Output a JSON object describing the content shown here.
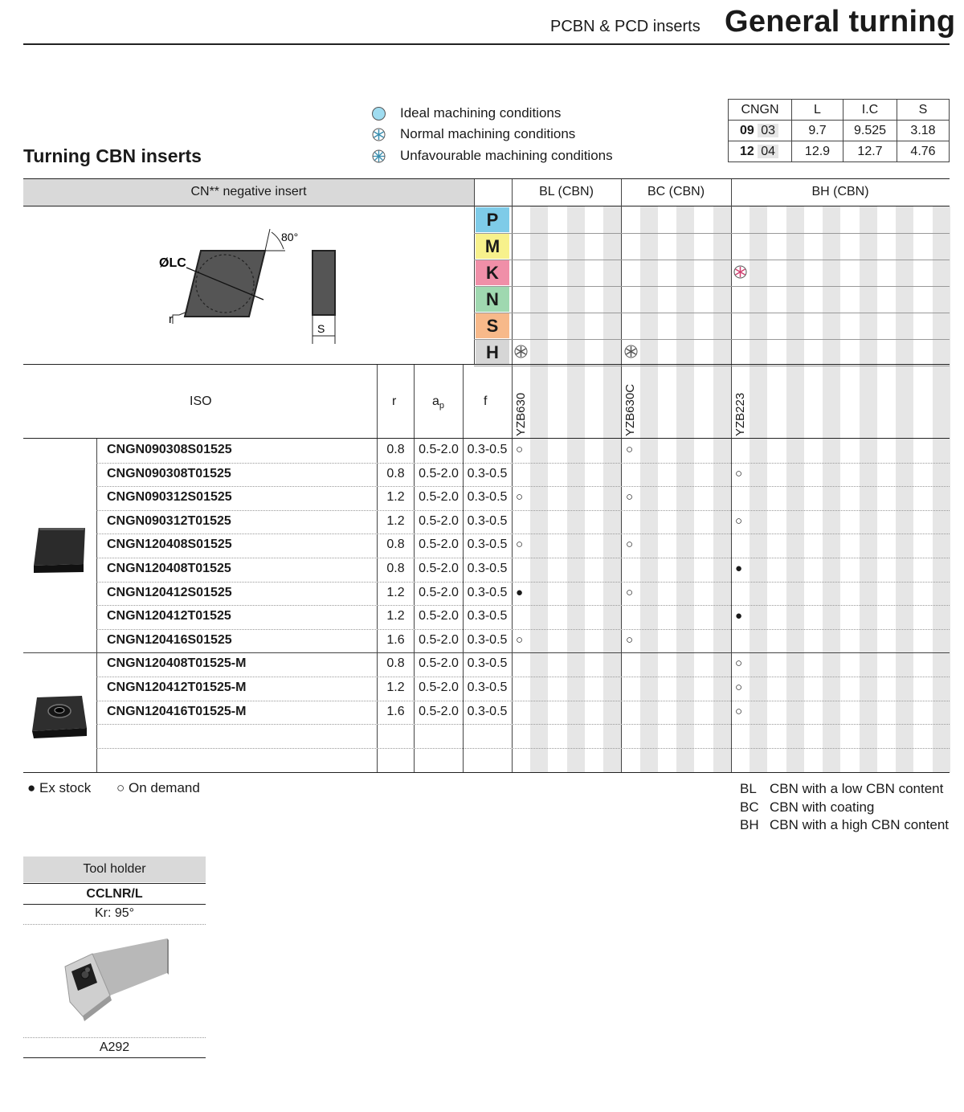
{
  "header": {
    "subtitle": "PCBN & PCD inserts",
    "title": "General turning"
  },
  "section_title": "Turning CBN inserts",
  "legend": [
    {
      "label": "Ideal machining conditions",
      "icon": "ideal-icon",
      "color": "#9fdcf0"
    },
    {
      "label": "Normal machining conditions",
      "icon": "normal-icon",
      "color": "#9fdcf0"
    },
    {
      "label": "Unfavourable machining conditions",
      "icon": "unfavourable-icon",
      "color": "#9fdcf0"
    }
  ],
  "dim_table": {
    "headers": [
      "CNGN",
      "L",
      "I.C",
      "S"
    ],
    "rows": [
      {
        "code_bold": "09",
        "code": "03",
        "L": "9.7",
        "IC": "9.525",
        "S": "3.18"
      },
      {
        "code_bold": "12",
        "code": "04",
        "L": "12.9",
        "IC": "12.7",
        "S": "4.76"
      }
    ]
  },
  "insert_type": "CN** negative insert",
  "diagram": {
    "angle": "80°",
    "lc": "ØLC",
    "r": "r",
    "s": "S"
  },
  "groups": [
    "BL (CBN)",
    "BC (CBN)",
    "BH (CBN)"
  ],
  "materials": [
    {
      "letter": "P",
      "color": "#7ecbe8"
    },
    {
      "letter": "M",
      "color": "#f7f18c"
    },
    {
      "letter": "K",
      "color": "#f08fa8"
    },
    {
      "letter": "N",
      "color": "#9fd8b0"
    },
    {
      "letter": "S",
      "color": "#f7b98a"
    },
    {
      "letter": "H",
      "color": "#d6d6d6"
    }
  ],
  "columns": {
    "iso": "ISO",
    "r": "r",
    "ap": "a",
    "ap_sub": "p",
    "f": "f"
  },
  "grades": [
    "YZB630",
    "YZB630C",
    "YZB223"
  ],
  "rows": [
    {
      "iso": "CNGN090308S01525",
      "r": "0.8",
      "ap": "0.5-2.0",
      "f": "0.3-0.5",
      "g1": "○",
      "g2": "○",
      "g3": ""
    },
    {
      "iso": "CNGN090308T01525",
      "r": "0.8",
      "ap": "0.5-2.0",
      "f": "0.3-0.5",
      "g1": "",
      "g2": "",
      "g3": "○"
    },
    {
      "iso": "CNGN090312S01525",
      "r": "1.2",
      "ap": "0.5-2.0",
      "f": "0.3-0.5",
      "g1": "○",
      "g2": "○",
      "g3": ""
    },
    {
      "iso": "CNGN090312T01525",
      "r": "1.2",
      "ap": "0.5-2.0",
      "f": "0.3-0.5",
      "g1": "",
      "g2": "",
      "g3": "○"
    },
    {
      "iso": "CNGN120408S01525",
      "r": "0.8",
      "ap": "0.5-2.0",
      "f": "0.3-0.5",
      "g1": "○",
      "g2": "○",
      "g3": ""
    },
    {
      "iso": "CNGN120408T01525",
      "r": "0.8",
      "ap": "0.5-2.0",
      "f": "0.3-0.5",
      "g1": "",
      "g2": "",
      "g3": "●"
    },
    {
      "iso": "CNGN120412S01525",
      "r": "1.2",
      "ap": "0.5-2.0",
      "f": "0.3-0.5",
      "g1": "●",
      "g2": "○",
      "g3": ""
    },
    {
      "iso": "CNGN120412T01525",
      "r": "1.2",
      "ap": "0.5-2.0",
      "f": "0.3-0.5",
      "g1": "",
      "g2": "",
      "g3": "●"
    },
    {
      "iso": "CNGN120416S01525",
      "r": "1.6",
      "ap": "0.5-2.0",
      "f": "0.3-0.5",
      "g1": "○",
      "g2": "○",
      "g3": ""
    },
    {
      "iso": "CNGN120408T01525-M",
      "r": "0.8",
      "ap": "0.5-2.0",
      "f": "0.3-0.5",
      "g1": "",
      "g2": "",
      "g3": "○"
    },
    {
      "iso": "CNGN120412T01525-M",
      "r": "1.2",
      "ap": "0.5-2.0",
      "f": "0.3-0.5",
      "g1": "",
      "g2": "",
      "g3": "○"
    },
    {
      "iso": "CNGN120416T01525-M",
      "r": "1.6",
      "ap": "0.5-2.0",
      "f": "0.3-0.5",
      "g1": "",
      "g2": "",
      "g3": "○"
    }
  ],
  "stock_legend": {
    "ex_stock": "● Ex stock",
    "on_demand": "○ On demand"
  },
  "abbreviations": [
    {
      "code": "BL",
      "text": "CBN with a low CBN content"
    },
    {
      "code": "BC",
      "text": "CBN with coating"
    },
    {
      "code": "BH",
      "text": "CBN with a high CBN content"
    }
  ],
  "tool_holder": {
    "title": "Tool holder",
    "name": "CCLNR/L",
    "kr": "Kr: 95°",
    "page": "A292"
  }
}
